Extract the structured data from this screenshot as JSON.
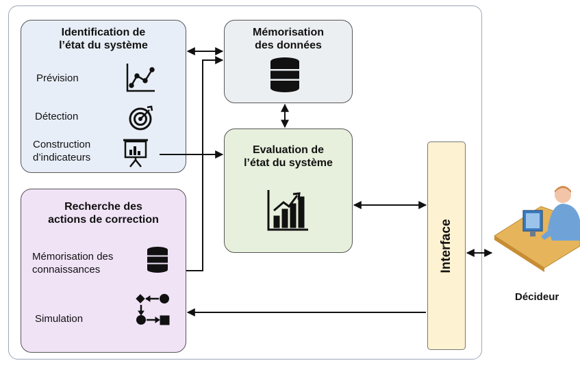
{
  "identification": {
    "title_line1": "Identification de",
    "title_line2": "l’état du système",
    "items": [
      {
        "label": "Prévision",
        "icon": "line-chart-icon"
      },
      {
        "label": "Détection",
        "icon": "target-icon"
      },
      {
        "label_line1": "Construction",
        "label_line2": "d’indicateurs",
        "icon": "presentation-board-icon"
      }
    ]
  },
  "memorisation": {
    "title_line1": "Mémorisation",
    "title_line2": "des données",
    "icon": "database-icon"
  },
  "evaluation": {
    "title_line1": "Evaluation de",
    "title_line2": "l’état du système",
    "icon": "bar-chart-growth-icon"
  },
  "recherche": {
    "title_line1": "Recherche des",
    "title_line2": "actions de correction",
    "items": [
      {
        "label_line1": "Mémorisation des",
        "label_line2": "connaissances",
        "icon": "database-icon"
      },
      {
        "label": "Simulation",
        "icon": "flow-shapes-icon"
      }
    ]
  },
  "interface": {
    "label": "Interface"
  },
  "decideur": {
    "label": "Décideur",
    "icon": "person-at-computer-icon"
  },
  "colors": {
    "identification_fill": "#e8eef7",
    "recherche_fill": "#f0e3f6",
    "memorisation_fill": "#eceff2",
    "evaluation_fill": "#e7f0dc",
    "interface_fill": "#fdf2d1"
  }
}
